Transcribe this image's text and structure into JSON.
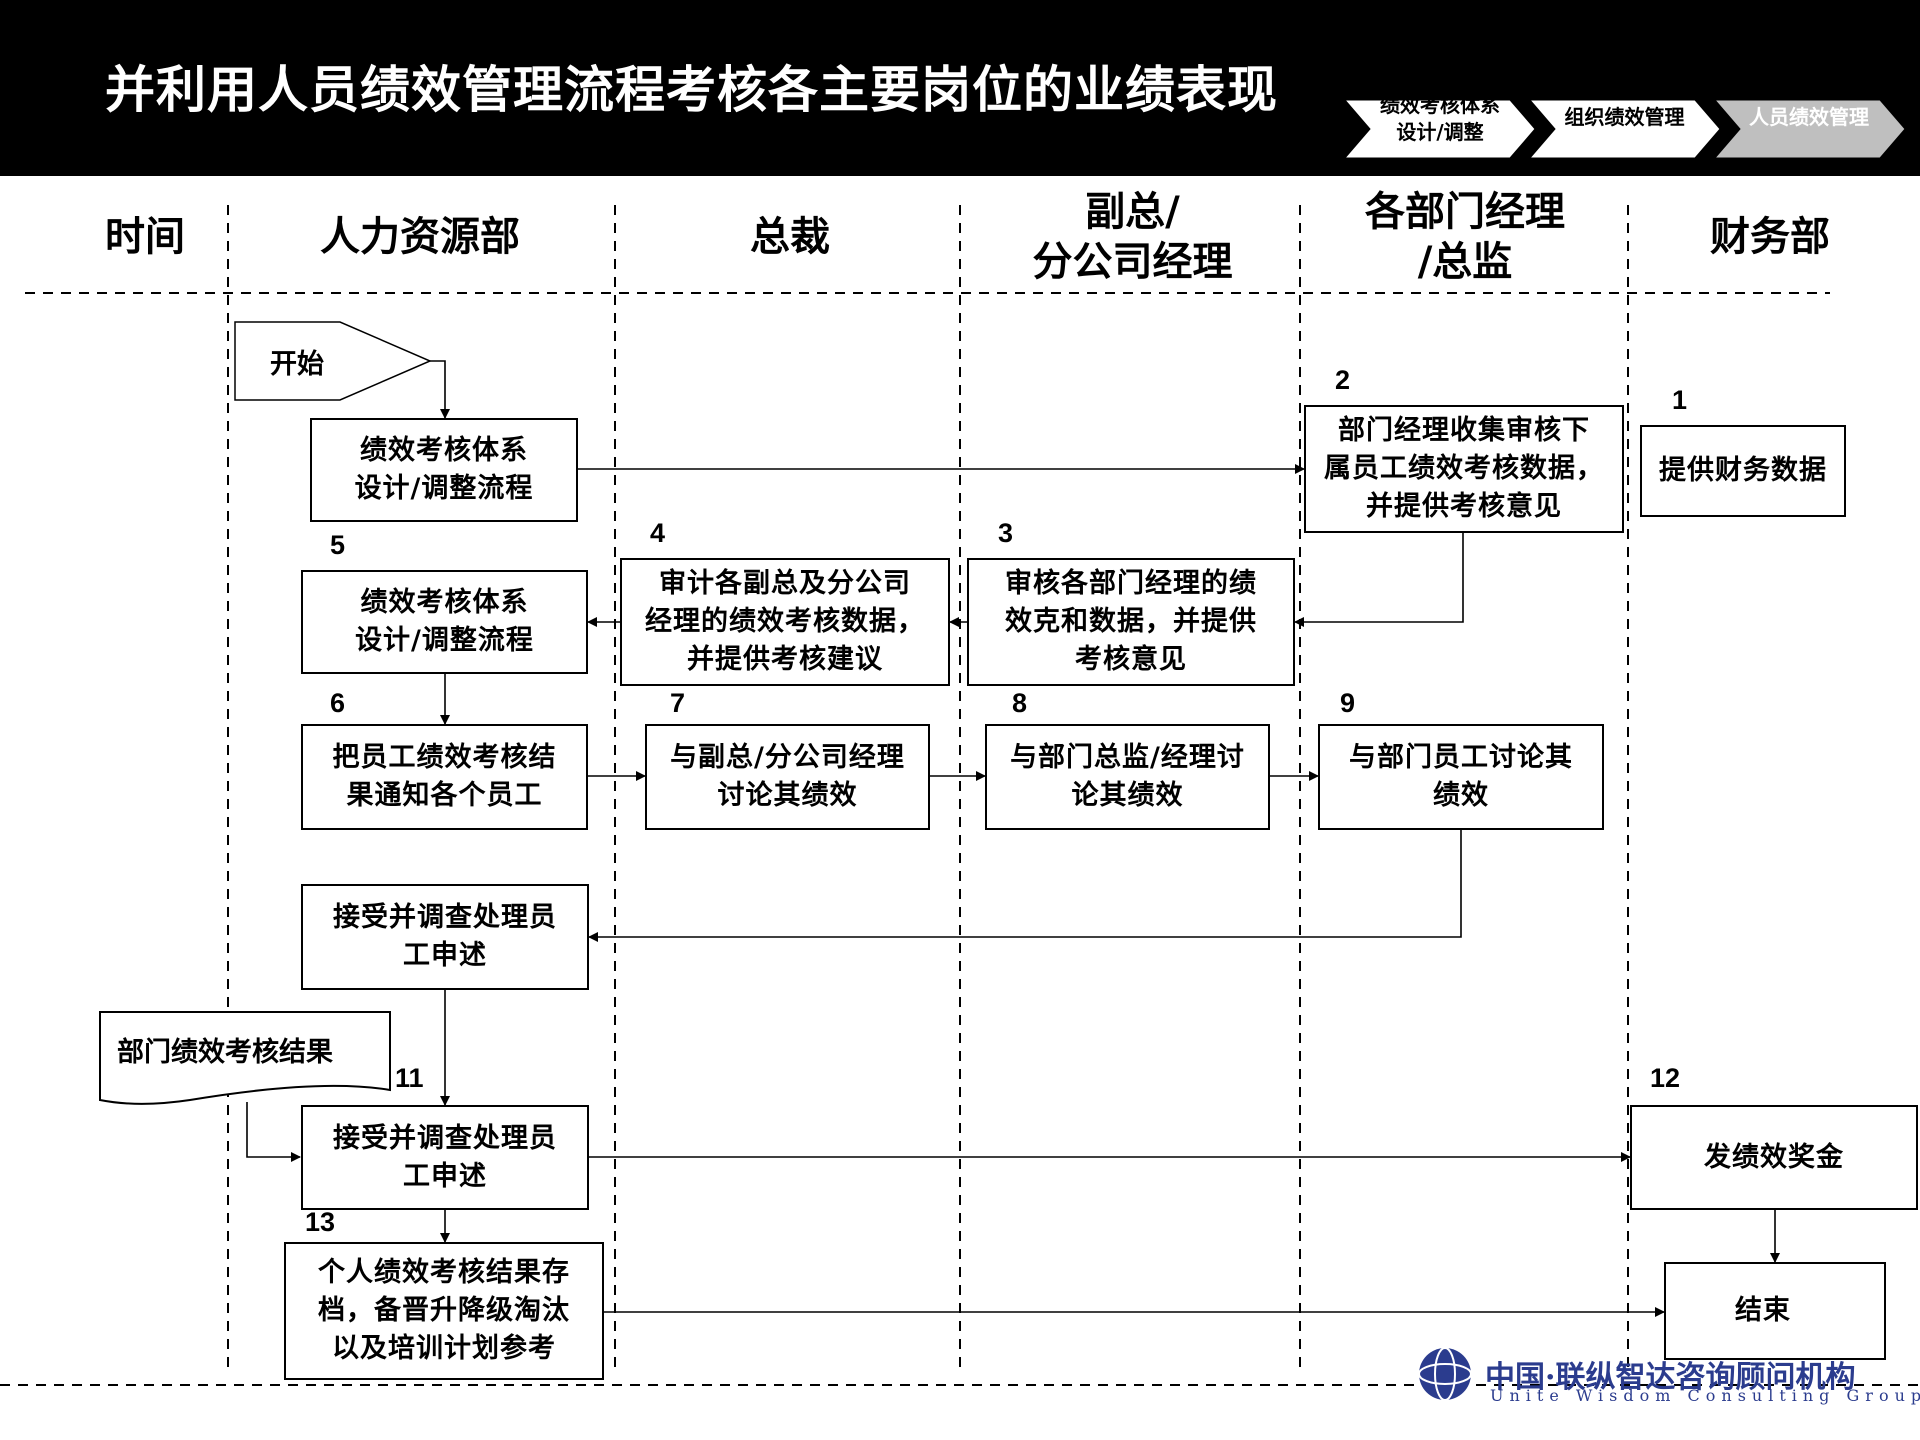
{
  "title": "并利用人员绩效管理流程考核各主要岗位的业绩表现",
  "nav_steps": [
    {
      "label": "绩效考核体系设计/调整"
    },
    {
      "label": "组织绩效管理"
    },
    {
      "label": "人员绩效管理"
    }
  ],
  "lanes": [
    {
      "label": "时间"
    },
    {
      "label": "人力资源部"
    },
    {
      "label": "总裁"
    },
    {
      "label": "副总/\n分公司经理"
    },
    {
      "label": "各部门经理\n/总监"
    },
    {
      "label": "财务部"
    }
  ],
  "start": {
    "label": "开始"
  },
  "doc_label": "部门绩效考核结果",
  "boxes": [
    {
      "label": "绩效考核体系\n设计/调整流程",
      "num": ""
    },
    {
      "label": "部门经理收集审核下\n属员工绩效考核数据，\n并提供考核意见",
      "num": "2"
    },
    {
      "label": "提供财务数据",
      "num": "1"
    },
    {
      "label": "绩效考核体系\n设计/调整流程",
      "num": "5"
    },
    {
      "label": "审计各副总及分公司\n经理的绩效考核数据，\n并提供考核建议",
      "num": "4"
    },
    {
      "label": "审核各部门经理的绩\n效克和数据，并提供\n考核意见",
      "num": "3"
    },
    {
      "label": "把员工绩效考核结\n果通知各个员工",
      "num": "6"
    },
    {
      "label": "与副总/分公司经理\n讨论其绩效",
      "num": "7"
    },
    {
      "label": "与部门总监/经理讨\n论其绩效",
      "num": "8"
    },
    {
      "label": "与部门员工讨论其\n绩效",
      "num": "9"
    },
    {
      "label": "接受并调查处理员\n工申述",
      "num": ""
    },
    {
      "label": "接受并调查处理员\n工申述",
      "num": "11"
    },
    {
      "label": "发绩效奖金",
      "num": "12"
    },
    {
      "label": "个人绩效考核结果存\n档，备晋升降级淘汰\n以及培训计划参考",
      "num": "13"
    },
    {
      "label": "结束",
      "num": ""
    }
  ],
  "logo": {
    "name": "中国·联纵智达咨询顾问机构",
    "sub": "Unite Wisdom Consulting Group"
  },
  "colors": {
    "header_bg": "#000000",
    "chevron_white": "#ffffff",
    "chevron_active": "#bfbfbf",
    "logo": "#2b3c8e"
  }
}
